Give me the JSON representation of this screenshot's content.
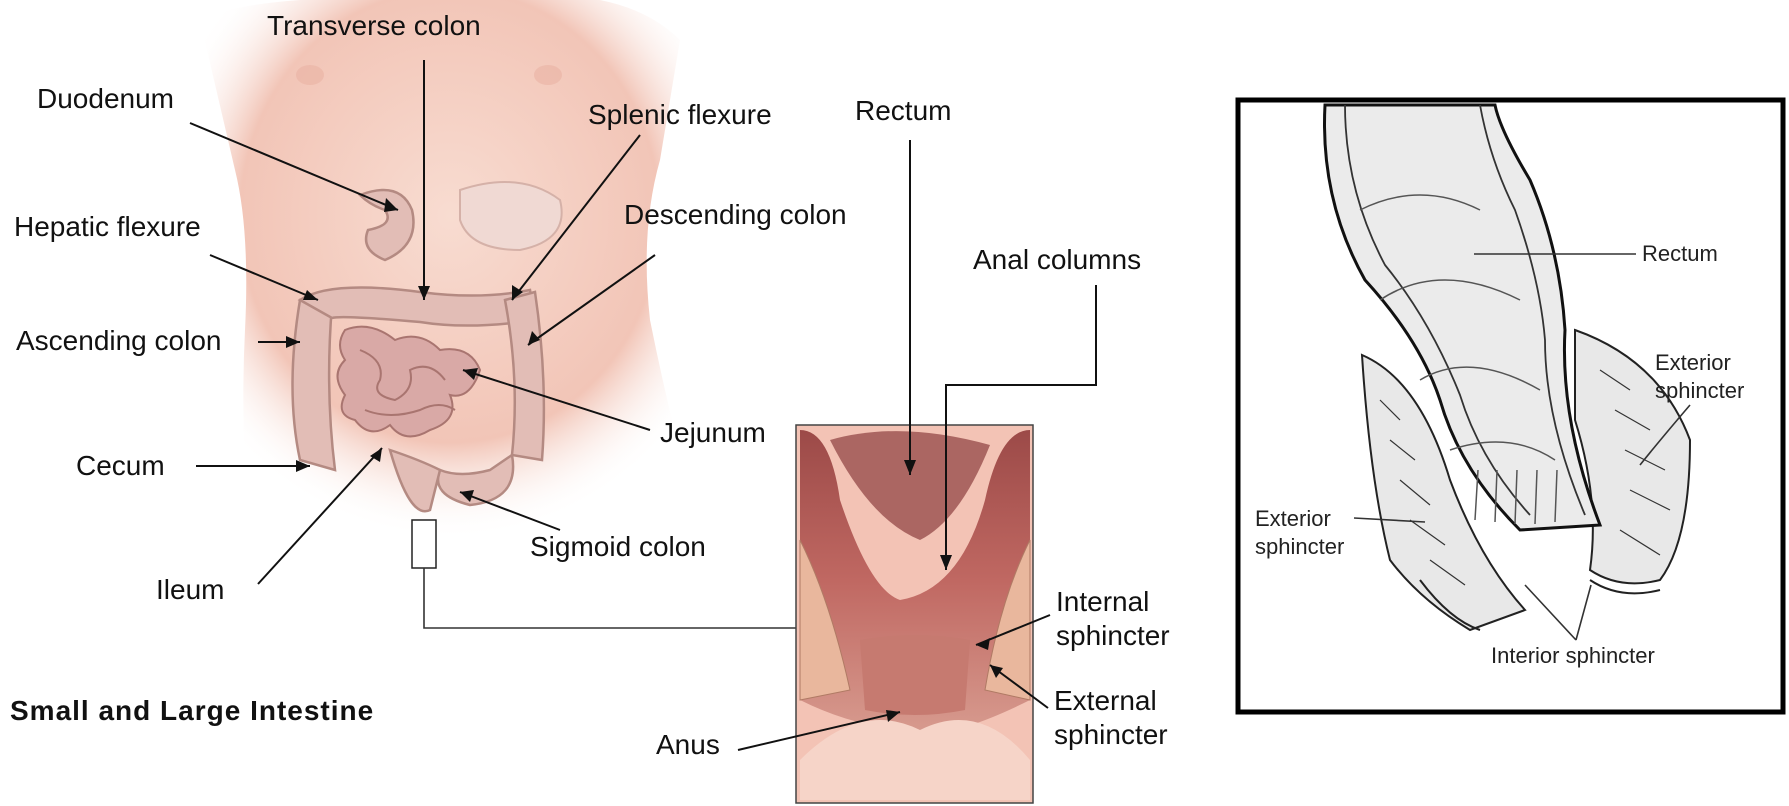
{
  "left_figure": {
    "title": "Small and Large Intestine",
    "labels": {
      "transverse_colon": "Transverse colon",
      "duodenum": "Duodenum",
      "splenic_flexure": "Splenic flexure",
      "rectum": "Rectum",
      "hepatic_flexure": "Hepatic flexure",
      "descending_colon": "Descending colon",
      "anal_columns": "Anal columns",
      "ascending_colon": "Ascending colon",
      "jejunum": "Jejunum",
      "cecum": "Cecum",
      "sigmoid_colon": "Sigmoid colon",
      "ileum": "Ileum",
      "internal_sphincter": [
        "Internal",
        "sphincter"
      ],
      "external_sphincter": [
        "External",
        "sphincter"
      ],
      "anus": "Anus"
    }
  },
  "right_figure": {
    "labels": {
      "rectum": "Rectum",
      "exterior_sphincter_right": [
        "Exterior",
        "sphincter"
      ],
      "exterior_sphincter_left": [
        "Exterior",
        "sphincter"
      ],
      "interior_sphincter": "Interior sphincter"
    }
  },
  "colors": {
    "skin": "#f6d3c8",
    "skin_shadow": "#eab3a3",
    "intestine": "#e2bdb6",
    "intestine_stroke": "#b48a82",
    "rectum_tissue": "#b65d58",
    "frame": "#000000"
  }
}
